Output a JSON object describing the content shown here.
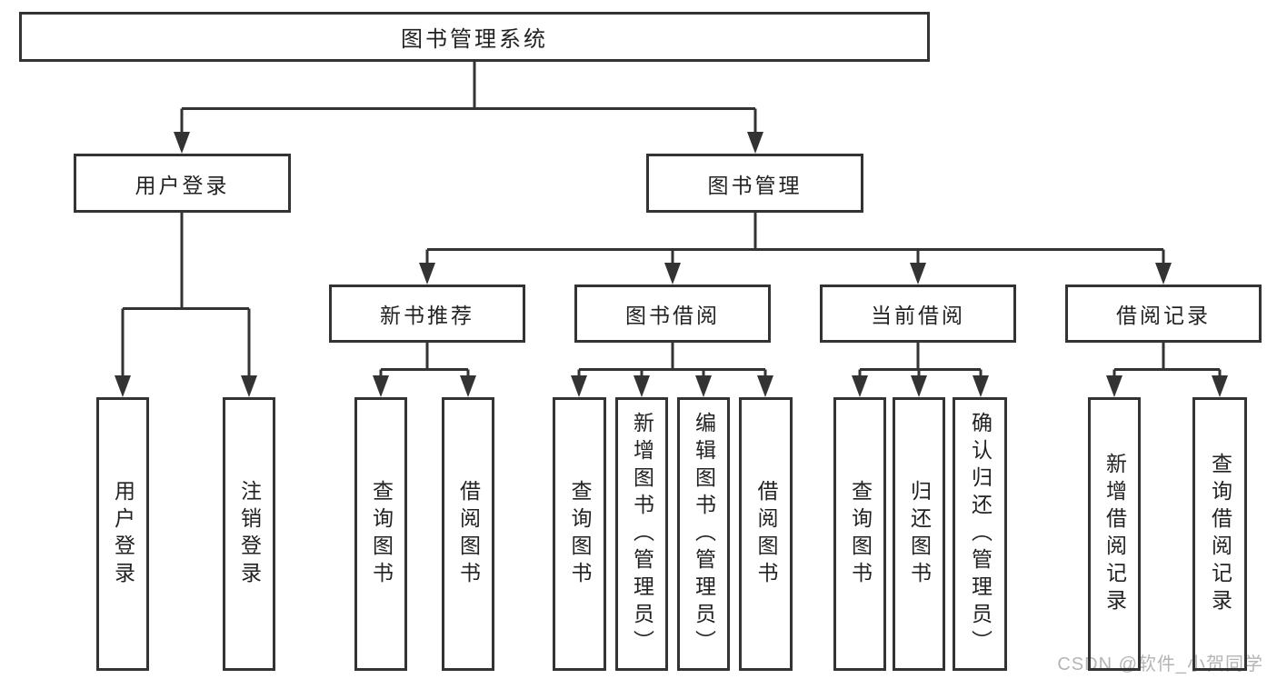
{
  "diagram": {
    "root": {
      "label": "图书管理系统"
    },
    "branches": [
      {
        "label": "用户登录",
        "children": [
          {
            "label": "用户登录"
          },
          {
            "label": "注销登录"
          }
        ]
      },
      {
        "label": "图书管理",
        "children": [
          {
            "label": "新书推荐",
            "children": [
              {
                "label": "查询图书"
              },
              {
                "label": "借阅图书"
              }
            ]
          },
          {
            "label": "图书借阅",
            "children": [
              {
                "label": "查询图书"
              },
              {
                "label": "新增图书（管理员）"
              },
              {
                "label": "编辑图书（管理员）"
              },
              {
                "label": "借阅图书"
              }
            ]
          },
          {
            "label": "当前借阅",
            "children": [
              {
                "label": "查询图书"
              },
              {
                "label": "归还图书"
              },
              {
                "label": "确认归还（管理员）"
              }
            ]
          },
          {
            "label": "借阅记录",
            "children": [
              {
                "label": "新增借阅记录"
              },
              {
                "label": "查询借阅记录"
              }
            ]
          }
        ]
      }
    ]
  },
  "watermark": {
    "text": "CSDN @软件_小贺同学"
  },
  "colors": {
    "line": "#333333",
    "text": "#222222",
    "watermark": "#b5b5b5"
  }
}
